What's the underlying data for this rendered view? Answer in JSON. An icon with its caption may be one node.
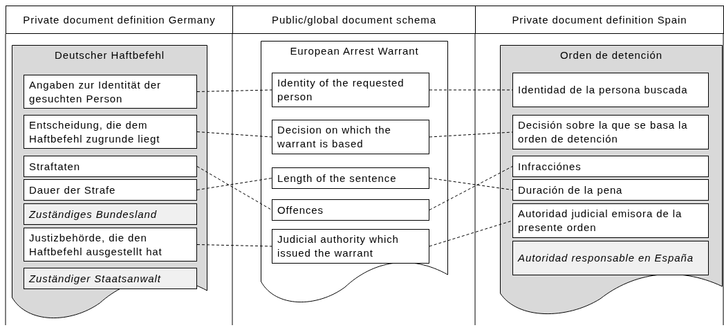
{
  "diagram": {
    "nodes": [
      {
        "text": [
          "Private document definition Germany"
        ]
      },
      {
        "text": [
          "Public/global document schema"
        ]
      },
      {
        "text": [
          "Private document definition Spain"
        ]
      },
      {
        "text": [
          "Deutscher Haftbefehl"
        ]
      },
      {
        "text": [
          "Angaben zur Identität der gesuchten Person"
        ],
        "in": 3
      },
      {
        "text": [
          "Entscheidung, die dem Haftbefehl zugrunde liegt"
        ],
        "in": 3
      },
      {
        "text": [
          "Straftaten"
        ],
        "in": 3
      },
      {
        "text": [
          "Dauer der Strafe"
        ],
        "in": 3
      },
      {
        "text": [
          "Zuständiges Bundesland"
        ],
        "in": 3
      },
      {
        "text": [
          "Justizbehörde, die den Haftbefehl ausgestellt hat"
        ],
        "in": 3
      },
      {
        "text": [
          "Zuständiger Staatsanwalt"
        ],
        "in": 3
      },
      {
        "text": [
          "European Arrest Warrant"
        ]
      },
      {
        "text": [
          "Identity of the requested person"
        ],
        "in": 11
      },
      {
        "text": [
          "Decision on which the warrant is based"
        ],
        "in": 11
      },
      {
        "text": [
          "Length of the sentence"
        ],
        "in": 11
      },
      {
        "text": [
          "Offences"
        ],
        "in": 11
      },
      {
        "text": [
          "Judicial authority which issued the warrant"
        ],
        "in": 11
      },
      {
        "text": [
          "Orden de detención"
        ]
      },
      {
        "text": [
          "Identidad de la persona buscada"
        ],
        "in": 17
      },
      {
        "text": [
          "Decisión sobre la que se basa la orden de detención"
        ],
        "in": 17
      },
      {
        "text": [
          "Infracciónes"
        ],
        "in": 17
      },
      {
        "text": [
          "Duración de la pena"
        ],
        "in": 17
      },
      {
        "text": [
          "Autoridad judicial emisora de la presente orden"
        ],
        "in": 17
      },
      {
        "text": [
          "Autoridad responsable en España"
        ],
        "in": 17
      }
    ],
    "edges": [
      {
        "from": 4,
        "to": 12,
        "arrow": "none",
        "style": "dashed"
      },
      {
        "from": 12,
        "to": 18,
        "arrow": "none",
        "style": "dashed"
      },
      {
        "from": 5,
        "to": 13,
        "arrow": "none",
        "style": "dashed"
      },
      {
        "from": 13,
        "to": 19,
        "arrow": "none",
        "style": "dashed"
      },
      {
        "from": 6,
        "to": 15,
        "arrow": "none",
        "style": "dashed"
      },
      {
        "from": 7,
        "to": 14,
        "arrow": "none",
        "style": "dashed"
      },
      {
        "from": 14,
        "to": 21,
        "arrow": "none",
        "style": "dashed"
      },
      {
        "from": 15,
        "to": 20,
        "arrow": "none",
        "style": "dashed"
      },
      {
        "from": 9,
        "to": 16,
        "arrow": "none",
        "style": "dashed"
      },
      {
        "from": 16,
        "to": 22,
        "arrow": "none",
        "style": "dashed"
      }
    ]
  }
}
